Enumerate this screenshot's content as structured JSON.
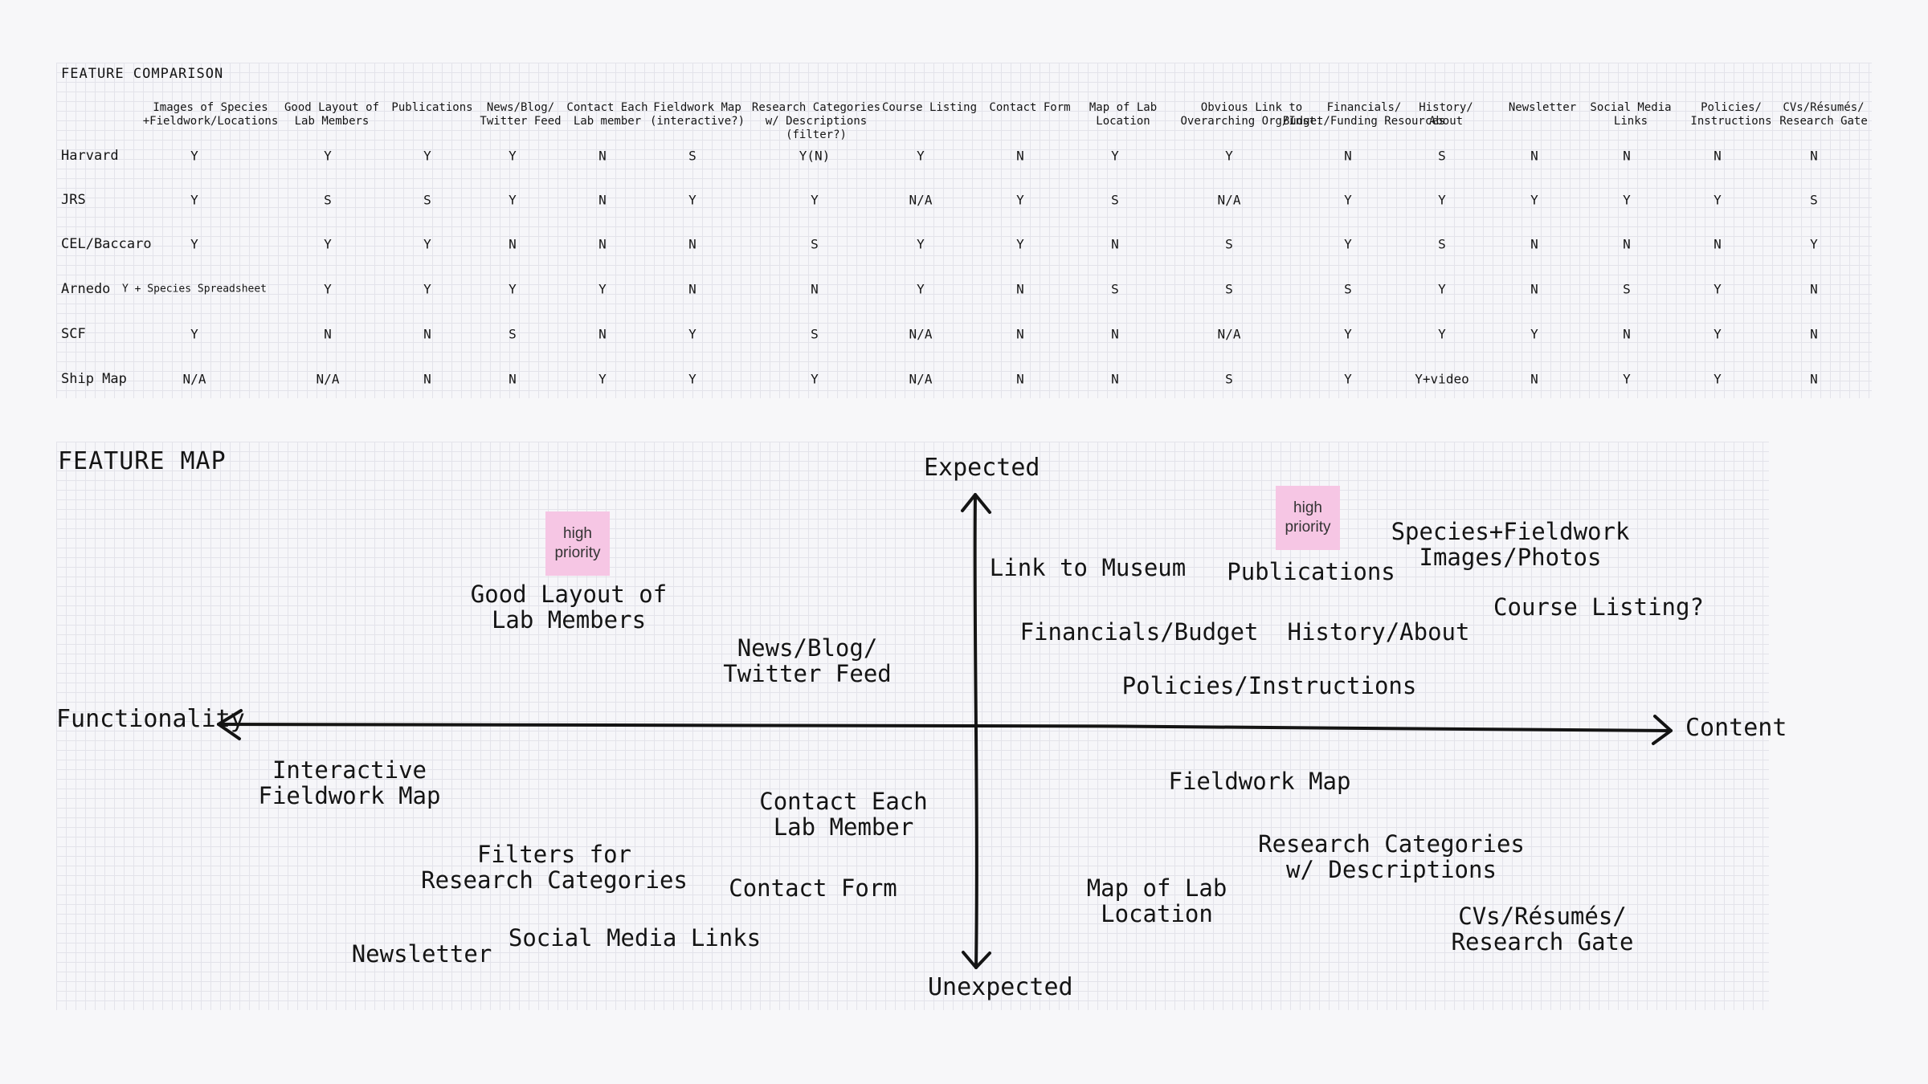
{
  "comparison": {
    "title": "FEATURE COMPARISON",
    "columns": [
      "Images of Species\n+Fieldwork/Locations",
      "Good Layout of\nLab Members",
      "Publications",
      "News/Blog/\nTwitter Feed",
      "Contact Each\nLab member",
      "Fieldwork Map\n(interactive?)",
      "Research Categories\nw/ Descriptions\n(filter?)",
      "Course Listing",
      "Contact Form",
      "Map of Lab\nLocation",
      "Obvious Link to\nOverarching Org/Inst.",
      "Financials/\nBudget/Funding Resources",
      "History/\nAbout",
      "Newsletter",
      "Social Media\nLinks",
      "Policies/\nInstructions",
      "CVs/Résumés/\nResearch Gate"
    ],
    "rows": [
      {
        "label": "Harvard",
        "values": [
          "Y",
          "Y",
          "Y",
          "Y",
          "N",
          "S",
          "Y(N)",
          "Y",
          "N",
          "Y",
          "Y",
          "N",
          "S",
          "N",
          "N",
          "N",
          "N"
        ]
      },
      {
        "label": "JRS",
        "values": [
          "Y",
          "S",
          "S",
          "Y",
          "N",
          "Y",
          "Y",
          "N/A",
          "Y",
          "S",
          "N/A",
          "Y",
          "Y",
          "Y",
          "Y",
          "Y",
          "S"
        ]
      },
      {
        "label": "CEL/Baccaro",
        "values": [
          "Y",
          "Y",
          "Y",
          "N",
          "N",
          "N",
          "S",
          "Y",
          "Y",
          "N",
          "S",
          "Y",
          "S",
          "N",
          "N",
          "N",
          "Y"
        ]
      },
      {
        "label": "Arnedo",
        "values": [
          "Y + Species Spreadsheet",
          "Y",
          "Y",
          "Y",
          "Y",
          "N",
          "N",
          "Y",
          "N",
          "S",
          "S",
          "S",
          "Y",
          "N",
          "S",
          "Y",
          "N"
        ]
      },
      {
        "label": "SCF",
        "values": [
          "Y",
          "N",
          "N",
          "S",
          "N",
          "Y",
          "S",
          "N/A",
          "N",
          "N",
          "N/A",
          "Y",
          "Y",
          "Y",
          "N",
          "Y",
          "N"
        ]
      },
      {
        "label": "Ship Map",
        "values": [
          "N/A",
          "N/A",
          "N",
          "N",
          "Y",
          "Y",
          "Y",
          "N/A",
          "N",
          "N",
          "S",
          "Y",
          "Y+video",
          "N",
          "Y",
          "Y",
          "N"
        ]
      }
    ]
  },
  "feature_map": {
    "title": "FEATURE MAP",
    "axes": {
      "top": "Expected",
      "bottom": "Unexpected",
      "left": "Functionality",
      "right": "Content"
    },
    "sticky_notes": [
      {
        "text": "high\npriority"
      },
      {
        "text": "high\npriority"
      }
    ],
    "features": [
      {
        "label": "Good Layout of\nLab Members"
      },
      {
        "label": "News/Blog/\nTwitter Feed"
      },
      {
        "label": "Link to Museum"
      },
      {
        "label": "Publications"
      },
      {
        "label": "Species+Fieldwork\nImages/Photos"
      },
      {
        "label": "Course Listing?"
      },
      {
        "label": "Financials/Budget"
      },
      {
        "label": "History/About"
      },
      {
        "label": "Policies/Instructions"
      },
      {
        "label": "Interactive\nFieldwork Map"
      },
      {
        "label": "Contact Each\nLab Member"
      },
      {
        "label": "Filters for\nResearch Categories"
      },
      {
        "label": "Contact Form"
      },
      {
        "label": "Newsletter"
      },
      {
        "label": "Social Media Links"
      },
      {
        "label": "Fieldwork Map"
      },
      {
        "label": "Research Categories\nw/ Descriptions"
      },
      {
        "label": "Map of Lab\nLocation"
      },
      {
        "label": "CVs/Résumés/\nResearch Gate"
      }
    ]
  }
}
